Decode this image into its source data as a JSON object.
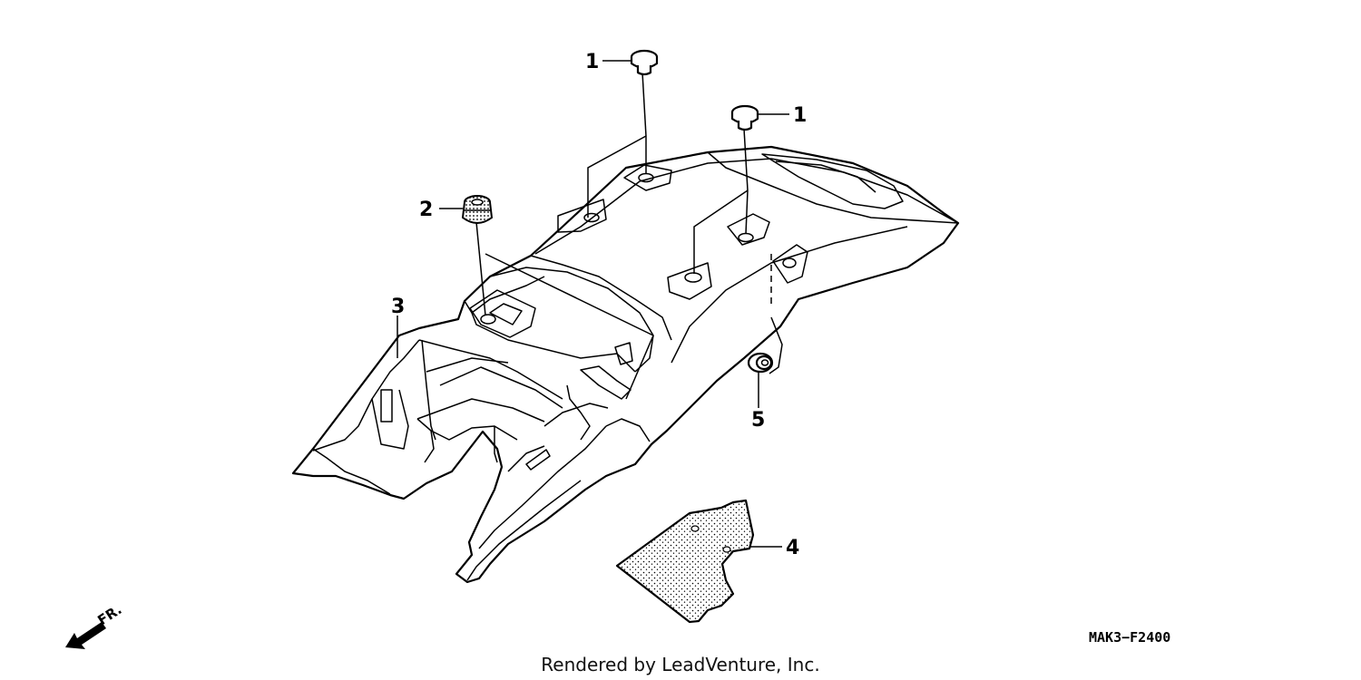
{
  "diagram": {
    "callouts": {
      "c1a": "1",
      "c1b": "1",
      "c2": "2",
      "c3": "3",
      "c4": "4",
      "c5": "5"
    },
    "part_code": "MAK3−F2400",
    "credit": "Rendered by LeadVenture, Inc.",
    "front_indicator": "FR."
  }
}
